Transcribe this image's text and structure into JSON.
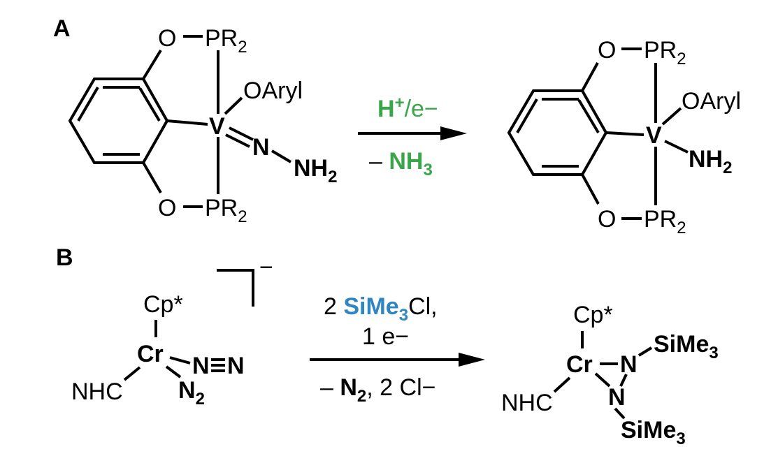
{
  "colors": {
    "metal": "#ee8a5c",
    "nitrogen": "#3aa64a",
    "silyl": "#2f86c2",
    "text": "#000000"
  },
  "panel_a": {
    "label": "A",
    "reactant": {
      "o_top": "O",
      "pr2_top": "PR",
      "pr2_top_sub": "2",
      "o_bottom": "O",
      "pr2_bottom": "PR",
      "pr2_bottom_sub": "2",
      "oaryl": "OAryl",
      "metal": "V",
      "n": "N",
      "nh2": "NH",
      "nh2_sub": "2"
    },
    "arrow": {
      "above_h": "H",
      "above_plus": "+",
      "above_rest": "/e−",
      "below_minus": "– ",
      "below_nh3": "NH",
      "below_nh3_sub": "3"
    },
    "product": {
      "o_top": "O",
      "pr2_top": "PR",
      "pr2_top_sub": "2",
      "o_bottom": "O",
      "pr2_bottom": "PR",
      "pr2_bottom_sub": "2",
      "oaryl": "OAryl",
      "metal": "V",
      "nh2": "NH",
      "nh2_sub": "2"
    }
  },
  "panel_b": {
    "label": "B",
    "reactant": {
      "charge": "−",
      "cp": "Cp*",
      "metal": "Cr",
      "n_end": "N",
      "n_end2": "N",
      "n2": "N",
      "n2_sub": "2",
      "nhc": "NHC"
    },
    "arrow": {
      "line1_pre": "2 ",
      "line1_si": "SiMe",
      "line1_si_sub": "3",
      "line1_post": "Cl,",
      "line2": "1 e−",
      "line3_pre": "– ",
      "line3_n2": "N",
      "line3_n2_sub": "2",
      "line3_post": ", 2 Cl−"
    },
    "product": {
      "cp": "Cp*",
      "metal": "Cr",
      "n_a": "N",
      "n_b": "N",
      "si_a": "SiMe",
      "si_a_sub": "3",
      "si_b": "SiMe",
      "si_b_sub": "3",
      "nhc": "NHC"
    }
  }
}
